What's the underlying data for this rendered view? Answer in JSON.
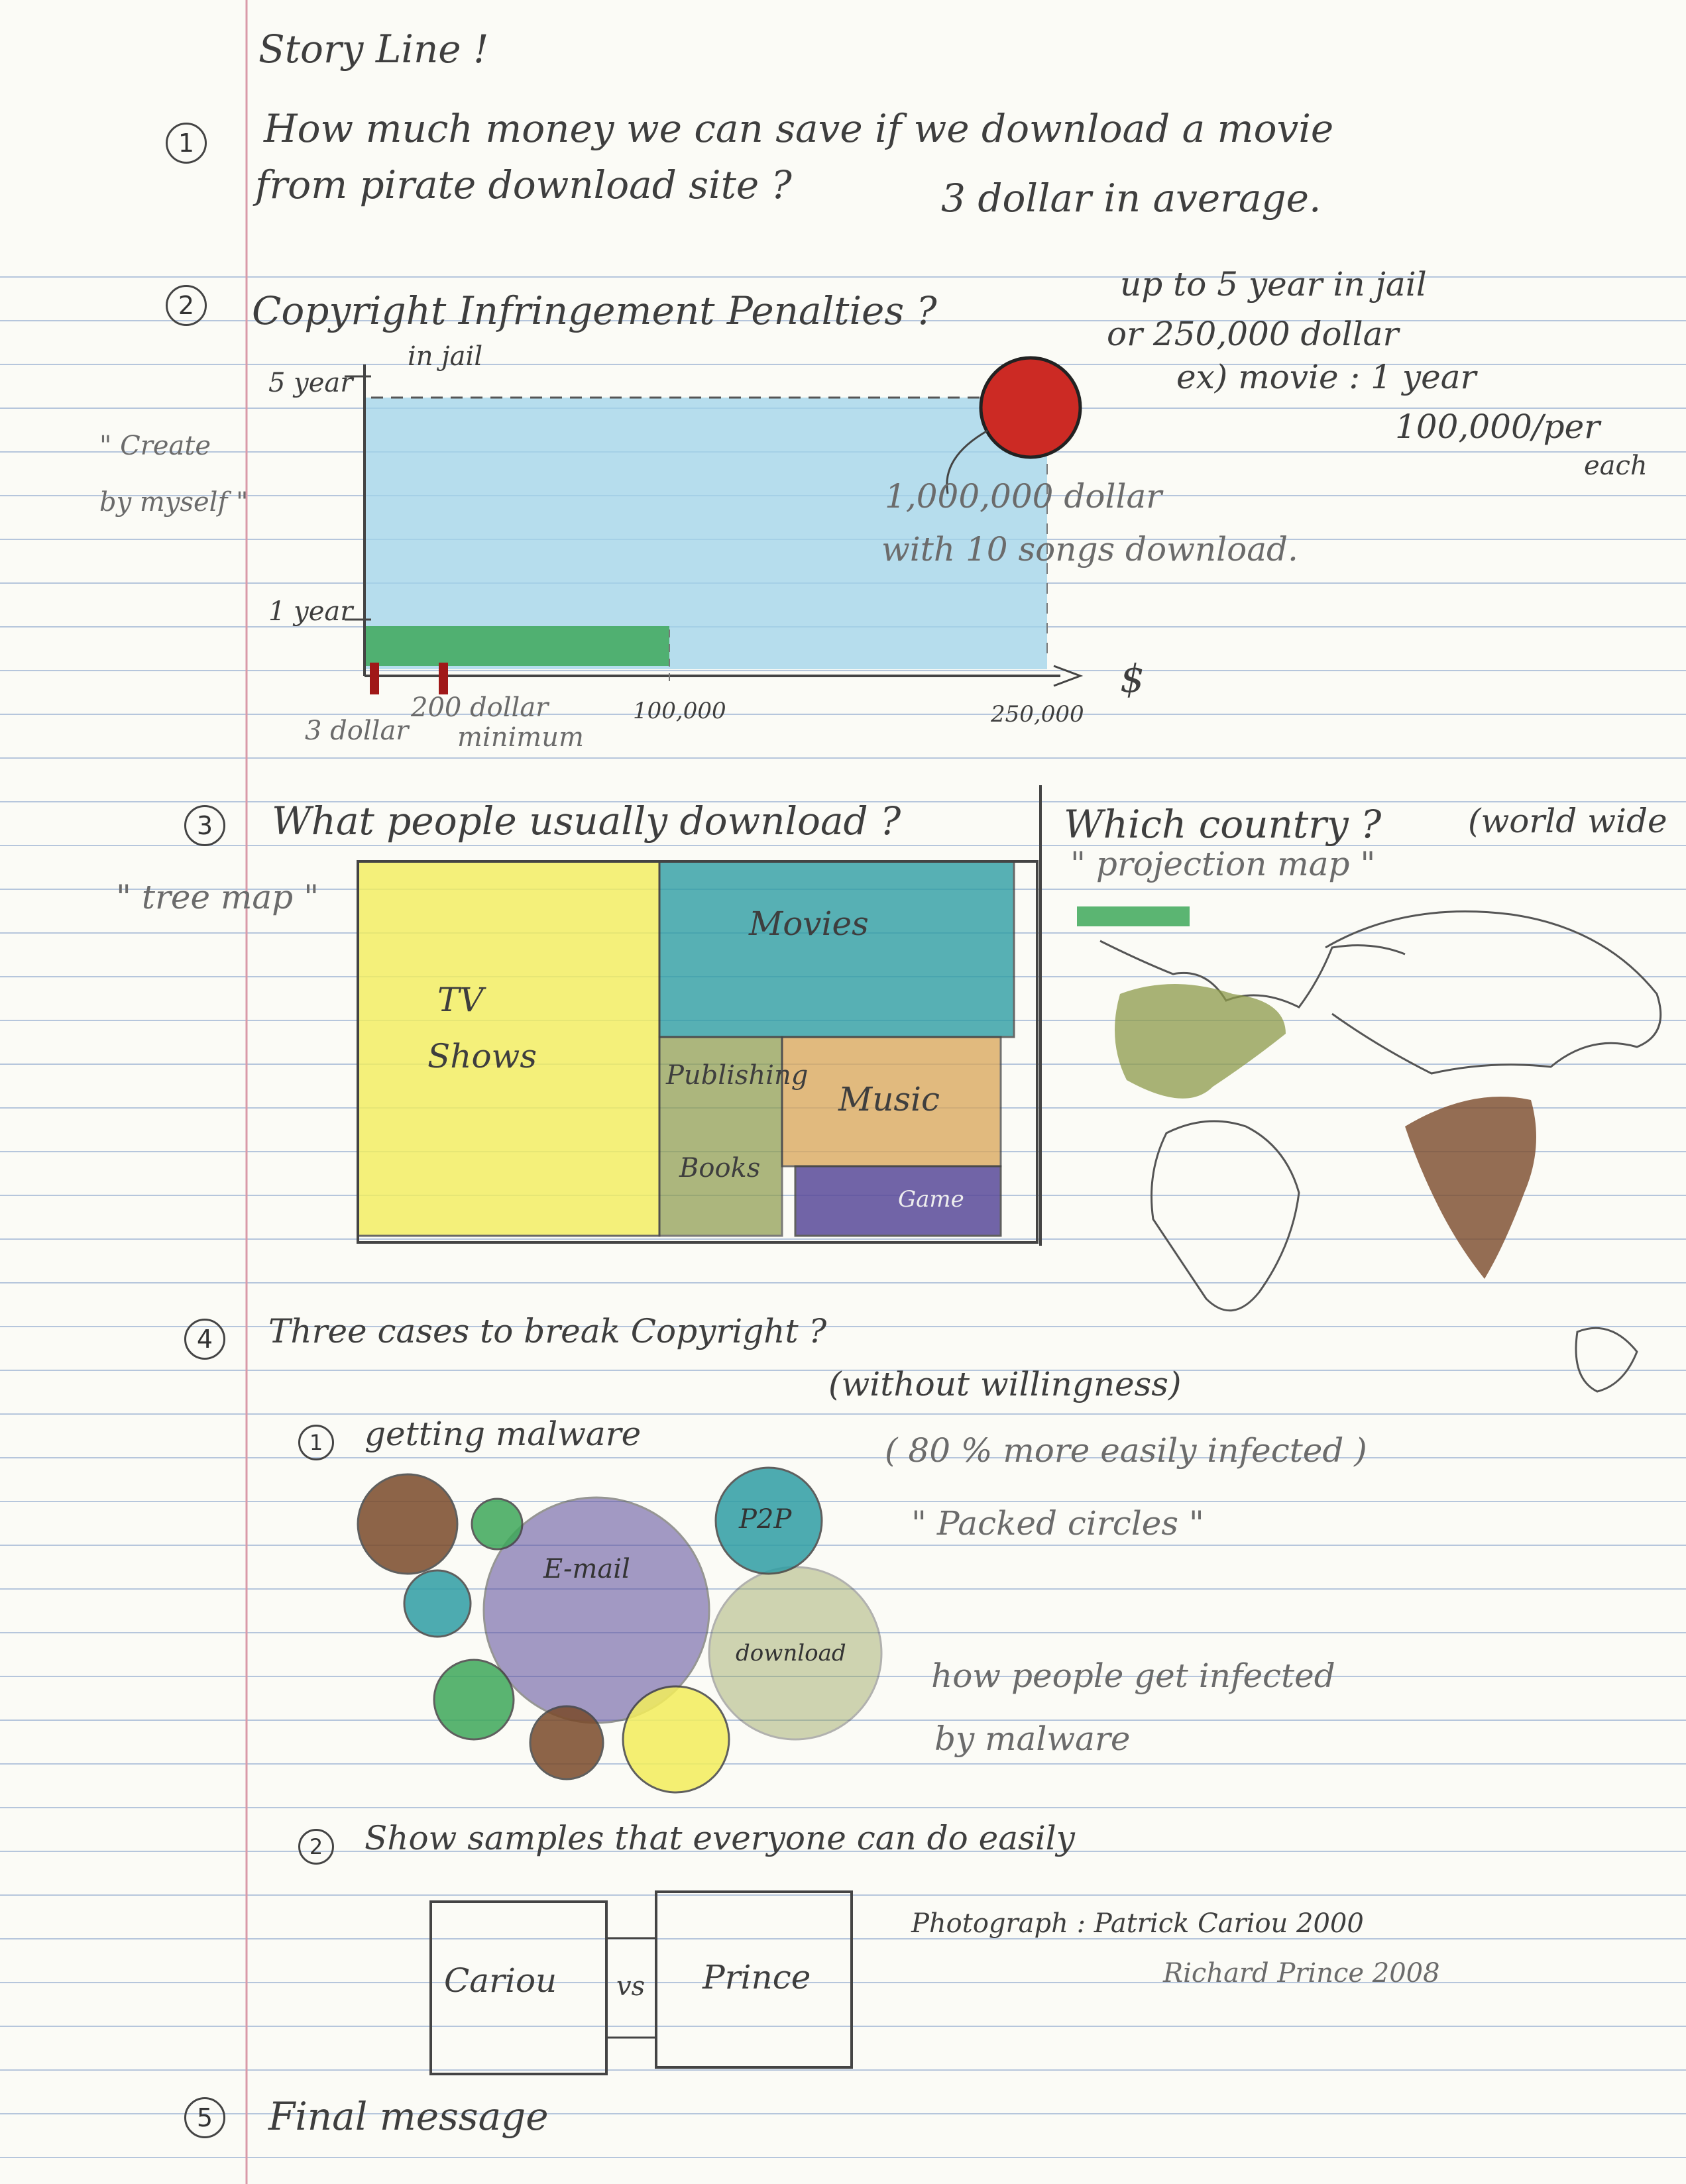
{
  "title": "Story Line !",
  "sections": {
    "s1": {
      "number": "1",
      "question_line1": "How much money we can save if we download a movie",
      "question_line2": "from pirate download site ?",
      "answer": "3 dollar in average."
    },
    "s2": {
      "number": "2",
      "heading": "Copyright Infringement Penalties ?",
      "note_line1": "up to 5 year in jail",
      "note_line2": "or 250,000 dollar",
      "note_line3": "ex) movie : 1 year",
      "note_line4": "100,000/per",
      "note_line5": "each",
      "side_label_line1": "\" Create",
      "side_label_line2": "by myself \"",
      "chart": {
        "y_top_label": "5 year",
        "y_top_note": "in jail",
        "y_bottom_label": "1 year",
        "x_unit": "$",
        "x_tick_1": "100,000",
        "x_tick_2": "250,000",
        "marker_1": "3 dollar",
        "marker_2_line1": "200 dollar",
        "marker_2_line2": "minimum",
        "callout_line1": "1,000,000 dollar",
        "callout_line2": "with 10 songs download."
      }
    },
    "s3": {
      "number": "3",
      "heading": "What people usually download ?",
      "side_label": "\" tree map \"",
      "treemap": {
        "tv": "TV",
        "shows": "Shows",
        "movies": "Movies",
        "publishing": "Publishing",
        "music": "Music",
        "books": "Books",
        "game": "Game"
      },
      "map_heading": "Which country ?",
      "map_note": "(world wide",
      "map_type": "\" projection map \""
    },
    "s4": {
      "number": "4",
      "heading": "Three cases to break Copyright ?",
      "sub": "(without willingness)",
      "case1_number": "1",
      "case1": "getting malware",
      "stat": "( 80 % more easily infected )",
      "chart_type": "\" Packed circles \"",
      "bubble_email": "E-mail",
      "bubble_p2p": "P2P",
      "bubble_download": "download",
      "desc_line1": "how people get infected",
      "desc_line2": "by malware",
      "case2_number": "2",
      "case2": "Show samples that everyone can do easily",
      "box_left": "Cariou",
      "vs": "vs",
      "box_right": "Prince",
      "photo_line1": "Photograph : Patrick Cariou 2000",
      "photo_line2": "Richard Prince 2008"
    },
    "s5": {
      "number": "5",
      "heading": "Final message"
    }
  },
  "colors": {
    "rule_line": "#b6c6dc",
    "margin_line": "#d99aa8",
    "sky": "#9fd3ea",
    "green": "#3ea85a",
    "red": "#cc2a24",
    "yellow": "#f3ee5c",
    "teal": "#2f9ea4",
    "olive": "#8c9a4a",
    "orange": "#d9a557",
    "purple": "#5a4a9a",
    "brown": "#7a4a2a"
  }
}
